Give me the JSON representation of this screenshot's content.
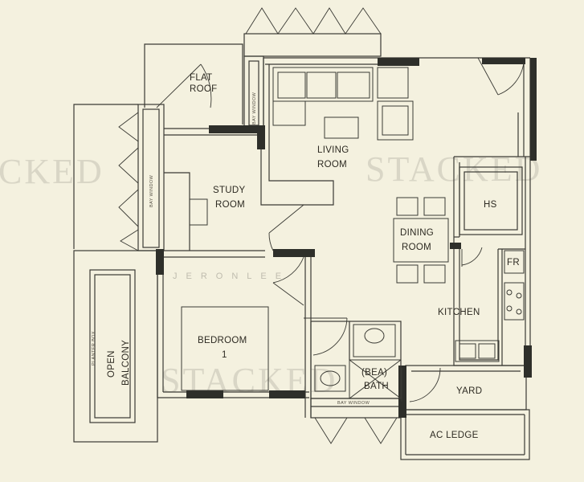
{
  "rooms": {
    "flat_roof": [
      "FLAT",
      "ROOF"
    ],
    "living_room": [
      "LIVING",
      "ROOM"
    ],
    "study_room": [
      "STUDY",
      "ROOM"
    ],
    "dining_room": [
      "DINING",
      "ROOM"
    ],
    "hs": "HS",
    "fr": "FR",
    "kitchen": "KITCHEN",
    "bedroom": [
      "BEDROOM",
      "1"
    ],
    "open_balcony": [
      "OPEN",
      "BALCONY"
    ],
    "bath": [
      "(BEA)",
      "BATH"
    ],
    "yard": "YARD",
    "ac_ledge": "AC LEDGE"
  },
  "small_labels": {
    "bay_window_living": "BAY WINDOW",
    "bay_window_study": "BAY WINDOW",
    "bay_window_bath": "BAY WINDOW",
    "planter_box": "PLANTER BOX"
  },
  "watermarks": {
    "left": "CKED",
    "right": "STACKED",
    "bottom": "STACKED",
    "middle": "JERONLEE"
  }
}
